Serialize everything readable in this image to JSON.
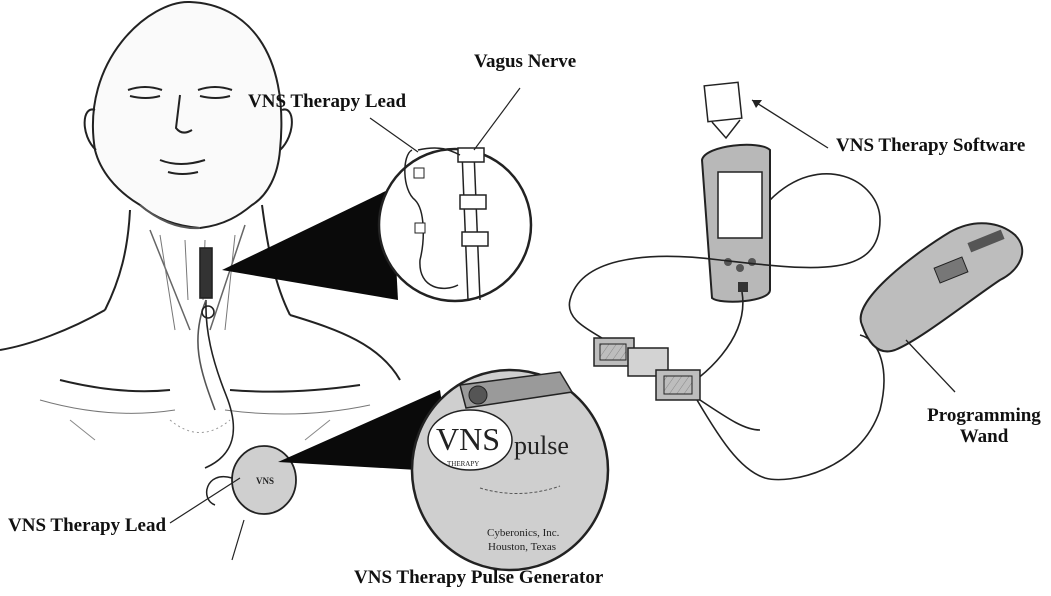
{
  "labels": {
    "lead_top": "VNS Therapy Lead",
    "vagus_nerve": "Vagus Nerve",
    "software": "VNS Therapy Software",
    "lead_bottom": "VNS Therapy Lead",
    "wand_line1": "Programming",
    "wand_line2": "Wand",
    "generator": "VNS Therapy Pulse Generator"
  },
  "generator_face": {
    "brand": "VNS",
    "brand_sub": "THERAPY",
    "model": "pulse",
    "maker": "Cyberonics, Inc.",
    "city": "Houston, Texas"
  },
  "colors": {
    "ink": "#111111",
    "line": "#222222",
    "generator_fill": "#c9c9c9",
    "device_fill": "#b8b8b8"
  }
}
